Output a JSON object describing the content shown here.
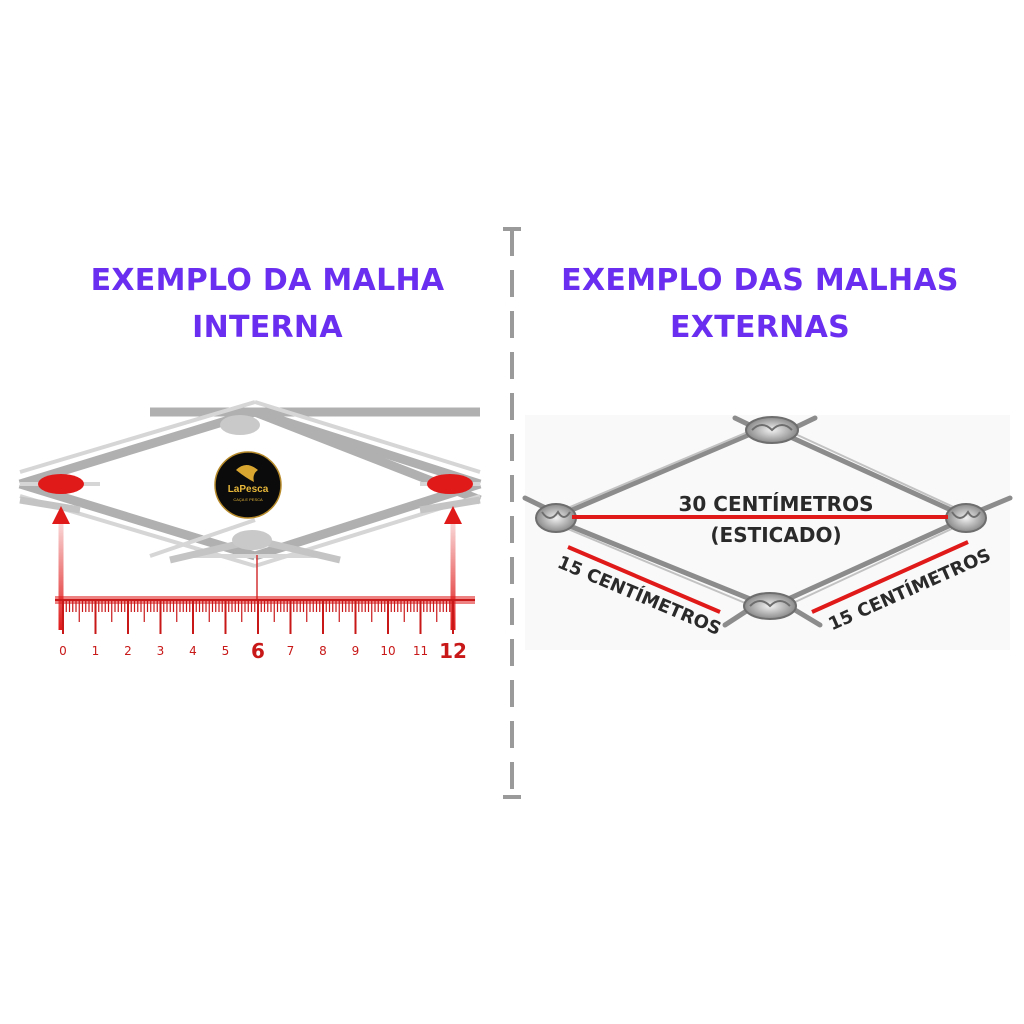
{
  "left_panel": {
    "title_line1": "EXEMPLO DA MALHA",
    "title_line2": "INTERNA",
    "logo_text": "LaPesca",
    "logo_subtext": "CAÇA E PESCA",
    "ruler_labels": [
      "0",
      "1",
      "2",
      "3",
      "4",
      "5",
      "6",
      "7",
      "8",
      "9",
      "10",
      "11",
      "12"
    ]
  },
  "right_panel": {
    "title_line1": "EXEMPLO DAS MALHAS",
    "title_line2": "EXTERNAS",
    "label_stretched_1": "30 CENTÍMETROS",
    "label_stretched_2": "(ESTICADO)",
    "label_side_left": "15 CENTÍMETROS",
    "label_side_right": "15 CENTÍMETROS"
  },
  "colors": {
    "title": "#6a2ef0",
    "marker_red": "#e01919",
    "mesh_gray": "#a8a8a8",
    "divider_gray": "#9a9a9a"
  }
}
